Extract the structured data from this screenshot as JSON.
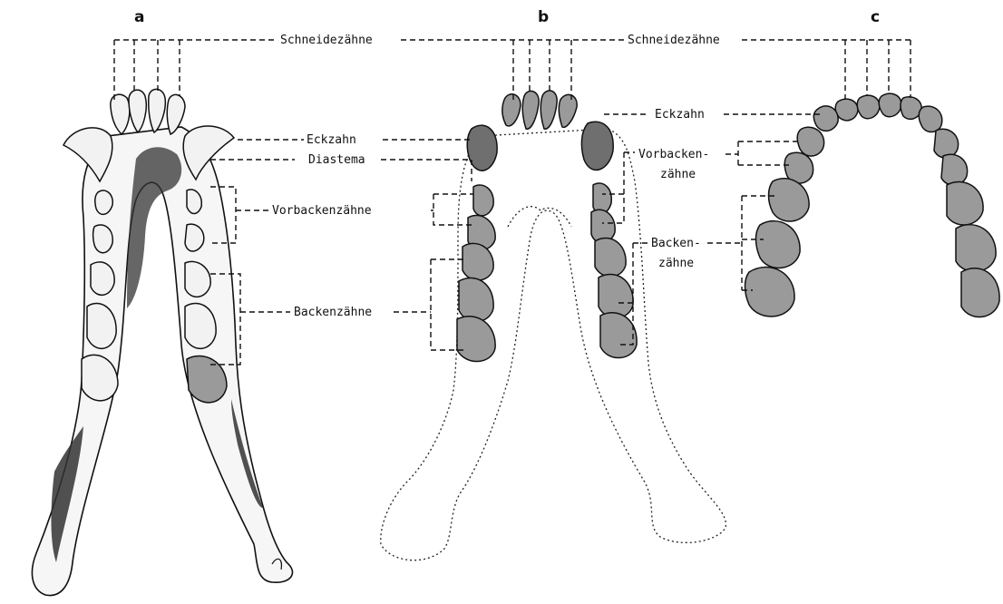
{
  "panels": {
    "a": "a",
    "b": "b",
    "c": "c"
  },
  "labels": {
    "schneidezaehne_left": "Schneidezähne",
    "schneidezaehne_right": "Schneidezähne",
    "eckzahn_a": "Eckzahn",
    "diastema": "Diastema",
    "vorbackenzaehne_a": "Vorbackenzähne",
    "backenzaehne_a": "Backenzähne",
    "eckzahn_c": "Eckzahn",
    "vorbacken_line1": "Vorbacken-",
    "vorbacken_line2": "zähne",
    "backen_line1": "Backen-",
    "backen_line2": "zähne"
  }
}
